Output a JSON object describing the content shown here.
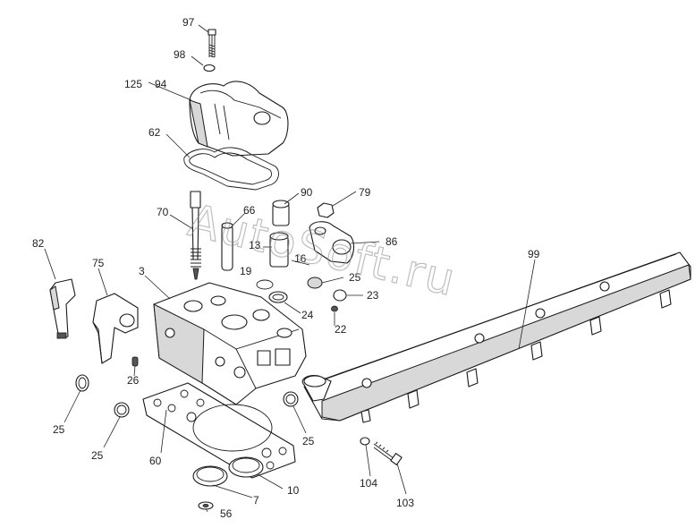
{
  "diagram": {
    "watermark": "AutoSoft.ru",
    "callouts": [
      "97",
      "98",
      "125",
      "94",
      "62",
      "90",
      "79",
      "70",
      "66",
      "13",
      "16",
      "19",
      "86",
      "25",
      "23",
      "24",
      "22",
      "99",
      "82",
      "75",
      "3",
      "26",
      "25",
      "25",
      "60",
      "25",
      "7",
      "10",
      "56",
      "104",
      "103"
    ]
  }
}
